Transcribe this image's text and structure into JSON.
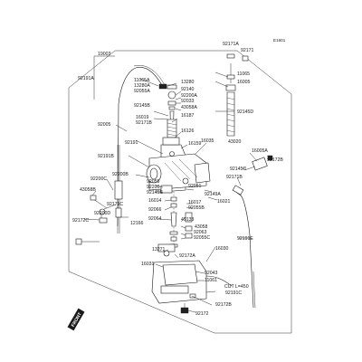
{
  "diagram": {
    "code": "E1601",
    "front_stamp": "FRONT",
    "callouts": [
      {
        "key": "c19003",
        "text": "19003"
      },
      {
        "key": "c92171a",
        "text": "92171A"
      },
      {
        "key": "c92171",
        "text": "92171"
      },
      {
        "key": "c92191a",
        "text": "92191A"
      },
      {
        "key": "c11065a",
        "text": "11065A"
      },
      {
        "key": "c13280a",
        "text": "13280A"
      },
      {
        "key": "c92055a",
        "text": "92055A"
      },
      {
        "key": "c13280",
        "text": "13280"
      },
      {
        "key": "c92140",
        "text": "92140"
      },
      {
        "key": "c92200a",
        "text": "92200A"
      },
      {
        "key": "c92033",
        "text": "92033"
      },
      {
        "key": "c43058a",
        "text": "43058A"
      },
      {
        "key": "c11065",
        "text": "11065"
      },
      {
        "key": "c16005",
        "text": "16005"
      },
      {
        "key": "c92145b",
        "text": "92145B"
      },
      {
        "key": "c92145d",
        "text": "92145D"
      },
      {
        "key": "c16019",
        "text": "16019"
      },
      {
        "key": "c92171b",
        "text": "92171B"
      },
      {
        "key": "c16187",
        "text": "16187"
      },
      {
        "key": "c92005",
        "text": "92005"
      },
      {
        "key": "c92191",
        "text": "92191"
      },
      {
        "key": "c16126",
        "text": "16126"
      },
      {
        "key": "c16035",
        "text": "16035"
      },
      {
        "key": "c16159",
        "text": "16159"
      },
      {
        "key": "c43020",
        "text": "43020"
      },
      {
        "key": "c92191b",
        "text": "92191B"
      },
      {
        "key": "c16005a",
        "text": "16005A"
      },
      {
        "key": "c92172b",
        "text": "92172B"
      },
      {
        "key": "c92145c",
        "text": "92145C"
      },
      {
        "key": "c92171b2",
        "text": "92171B"
      },
      {
        "key": "c92200b",
        "text": "92200B"
      },
      {
        "key": "c92200c",
        "text": "92200C"
      },
      {
        "key": "c43058b",
        "text": "43058B"
      },
      {
        "key": "c92171c",
        "text": "92171C"
      },
      {
        "key": "c92200d",
        "text": "92200D"
      },
      {
        "key": "c92172c",
        "text": "92172C"
      },
      {
        "key": "c12166",
        "text": "12166"
      },
      {
        "key": "c92055",
        "text": "92055"
      },
      {
        "key": "c92200",
        "text": "92200"
      },
      {
        "key": "c92145e",
        "text": "92145E"
      },
      {
        "key": "c92051",
        "text": "92051"
      },
      {
        "key": "c92149a",
        "text": "92149A"
      },
      {
        "key": "c16021",
        "text": "16021"
      },
      {
        "key": "c16014",
        "text": "16014"
      },
      {
        "key": "c16017",
        "text": "16017"
      },
      {
        "key": "c92055b",
        "text": "92055B"
      },
      {
        "key": "c92066",
        "text": "92066"
      },
      {
        "key": "c92064",
        "text": "92064"
      },
      {
        "key": "c49133",
        "text": "49133"
      },
      {
        "key": "c43058",
        "text": "43058"
      },
      {
        "key": "c92063",
        "text": "92063"
      },
      {
        "key": "c92055c",
        "text": "92055C"
      },
      {
        "key": "c16030",
        "text": "16030"
      },
      {
        "key": "c92191e",
        "text": "92191E"
      },
      {
        "key": "c13271",
        "text": "13271"
      },
      {
        "key": "c92172a",
        "text": "92172A"
      },
      {
        "key": "c16031",
        "text": "16031"
      },
      {
        "key": "c92043",
        "text": "92043"
      },
      {
        "key": "c11061",
        "text": "11061"
      },
      {
        "key": "c92172b2",
        "text": "92172B"
      },
      {
        "key": "c92191c",
        "text": "92191C"
      },
      {
        "key": "c92172",
        "text": "92172"
      },
      {
        "key": "cut_note",
        "text": "CUT L=450"
      }
    ]
  }
}
